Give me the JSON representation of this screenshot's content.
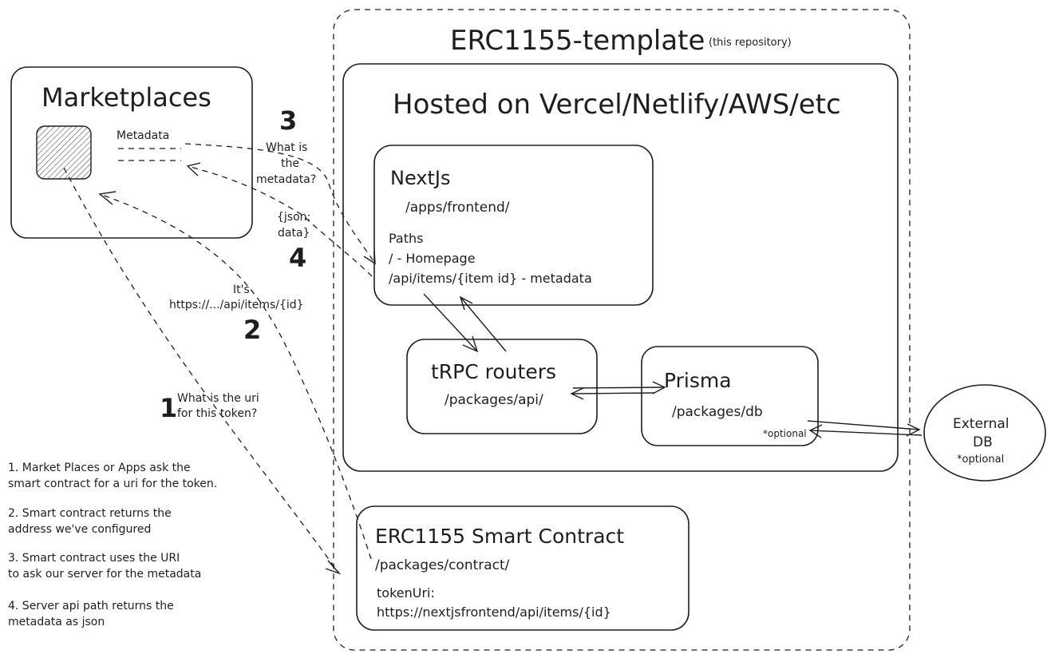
{
  "repo": {
    "title": "ERC1155-template",
    "note": "(this repository)"
  },
  "hosting": {
    "title": "Hosted on Vercel/Netlify/AWS/etc"
  },
  "marketplaces": {
    "title": "Marketplaces",
    "metadata_label": "Metadata"
  },
  "nextjs": {
    "title": "NextJs",
    "path": "/apps/frontend/",
    "paths_heading": "Paths",
    "paths": [
      "/ - Homepage",
      "/api/items/{item id} - metadata"
    ]
  },
  "trpc": {
    "title": "tRPC routers",
    "path": "/packages/api/"
  },
  "prisma": {
    "title": "Prisma",
    "path": "/packages/db",
    "note": "*optional"
  },
  "external_db": {
    "line1": "External",
    "line2": "DB",
    "note": "*optional"
  },
  "contract": {
    "title": "ERC1155 Smart Contract",
    "path": "/packages/contract/",
    "token_label": "tokenUri:",
    "token_value": "https://nextjsfrontend/api/items/{id}"
  },
  "step1": {
    "number": "1",
    "lines": [
      "What is the uri",
      "for this token?"
    ]
  },
  "step2": {
    "number": "2",
    "lines": [
      "It's",
      "https://.../api/items/{id}"
    ]
  },
  "step3": {
    "number": "3",
    "lines": [
      "What is",
      "the",
      "metadata?"
    ]
  },
  "step4": {
    "number": "4",
    "lines": [
      "{json:",
      "data}"
    ]
  },
  "legend": [
    [
      "1. Market Places or Apps ask the",
      "smart contract for a uri for the token."
    ],
    [
      "2. Smart contract returns the",
      "address we've configured"
    ],
    [
      "3. Smart contract uses the URI",
      "to ask our server for the metadata"
    ],
    [
      "4. Server api path returns the",
      "metadata as json"
    ]
  ]
}
